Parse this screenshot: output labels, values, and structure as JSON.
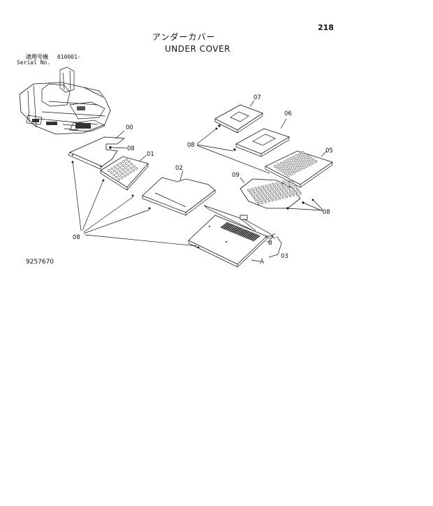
{
  "page": {
    "number": "218",
    "title_jp": "アンダーカバー",
    "title_en": "UNDER COVER",
    "serial_label_jp": "適用号機",
    "serial_range": "010001-",
    "serial_label_en": "Serial No.",
    "drawing_number": "9257670"
  },
  "callouts": {
    "p00": "00",
    "p01": "01",
    "p02": "02",
    "p03": "03",
    "p05": "05",
    "p06": "06",
    "p07": "07",
    "p08_a": "08",
    "p08_b": "08",
    "p08_c": "08",
    "p08_d": "08",
    "p09": "09",
    "a": "A",
    "b": "B",
    "c": "C"
  }
}
